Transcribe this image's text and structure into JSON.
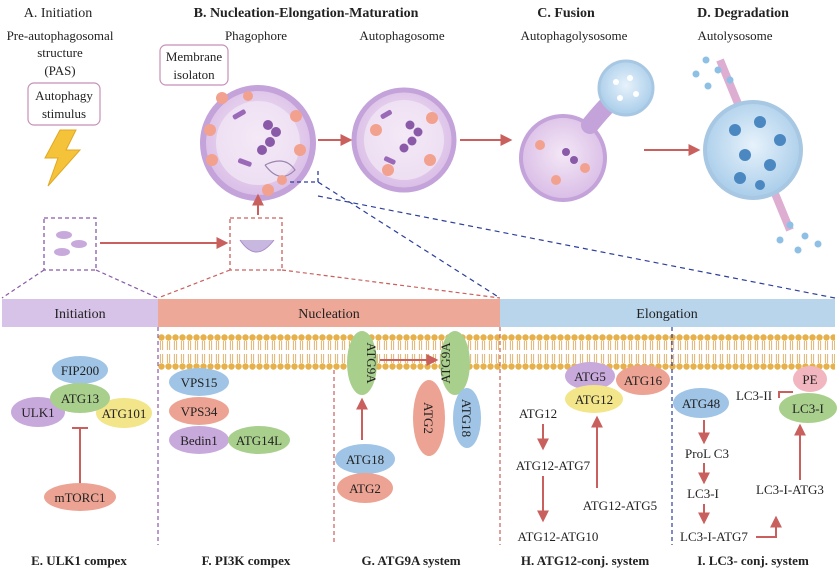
{
  "stages": {
    "initiation": {
      "title": "A. Initiation",
      "structure_line1": "Pre-autophagosomal",
      "structure_line2": "structure",
      "structure_line3": "(PAS)",
      "stimulus_line1": "Autophagy",
      "stimulus_line2": "stimulus"
    },
    "nucleation": {
      "title": "B. Nucleation-Elongation-Maturation",
      "phagophore": "Phagophore",
      "autophagosome": "Autophagosome",
      "membrane_line1": "Membrane",
      "membrane_line2": "isolaton"
    },
    "fusion": {
      "title": "C. Fusion",
      "label": "Autophagolysosome"
    },
    "degradation": {
      "title": "D. Degradation",
      "label": "Autolysosome"
    }
  },
  "bands": {
    "initiation": "Initiation",
    "nucleation": "Nucleation",
    "elongation": "Elongation"
  },
  "ulk1": {
    "fip200": "FIP200",
    "atg13": "ATG13",
    "ulk1": "ULK1",
    "atg101": "ATG101",
    "mtorc1": "mTORC1",
    "caption": "E. ULK1 compex"
  },
  "pi3k": {
    "vps15": "VPS15",
    "vps34": "VPS34",
    "bedin1": "Bedin1",
    "atg14l": "ATG14L",
    "caption": "F. PI3K compex"
  },
  "atg9": {
    "atg9a_left": "ATG9A",
    "atg9a_right": "ATG9A",
    "atg2_right": "ATG2",
    "atg18_right": "ATG18",
    "atg18_bottom": "ATG18",
    "atg2_bottom": "ATG2",
    "caption": "G. ATG9A system"
  },
  "atg12": {
    "atg5": "ATG5",
    "atg16": "ATG16",
    "atg12_box": "ATG12",
    "atg12": "ATG12",
    "atg12_atg7": "ATG12-ATG7",
    "atg12_atg10": "ATG12-ATG10",
    "atg12_atg5": "ATG12-ATG5",
    "caption": "H. ATG12-conj. system"
  },
  "lc3": {
    "atg48": "ATG48",
    "lc3ii": "LC3-II",
    "pe": "PE",
    "lc3i_box": "LC3-I",
    "prol_c3": "ProL C3",
    "lc3i": "LC3-I",
    "lc3i_atg7": "LC3-I-ATG7",
    "lc3i_atg3": "LC3-I-ATG3",
    "caption": "I. LC3- conj. system"
  },
  "colors": {
    "arrow": "#c9605e",
    "purple_band": "#d7c3e8",
    "salmon_band": "#eea897",
    "blue_band": "#b9d5ec",
    "membrane": "#e6b04a",
    "green": "#a9cf8d",
    "lilac": "#c8a9dc",
    "salmon": "#eca393",
    "blue": "#9fc4e6",
    "yellow": "#f3e589"
  }
}
